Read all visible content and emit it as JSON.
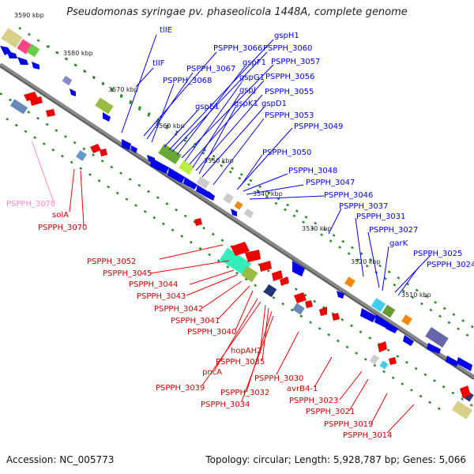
{
  "title": "Pseudomonas syringae pv. phaseolicola 1448A, complete genome",
  "footer": {
    "accession": "Accession: NC_005773",
    "topology": "Topology: circular; Length: 5,928,787 bp; Genes: 5,066"
  },
  "colors": {
    "plus_strand": "#0000ee",
    "minus_strand": "#ee0000",
    "backbone": "#888888",
    "tick": "#2a8a2a",
    "pink": "#ff88cc"
  },
  "kbp_markers": [
    "3590 kbp",
    "3580 kbp",
    "3570 kbp",
    "3560 kbp",
    "3550 kbp",
    "3540 kbp",
    "3530 kbp",
    "3520 kbp",
    "3510 kbp"
  ],
  "blue_labels": [
    "tlIE",
    "tlIF",
    "PSPPH_3066",
    "PSPPH_3067",
    "PSPPH_3068",
    "gspE1",
    "gspH1",
    "PSPPH_3060",
    "gspF1",
    "PSPPH_3057",
    "gspG1",
    "PSPPH_3056",
    "gspJ",
    "PSPPH_3055",
    "gspK1",
    "gspD1",
    "PSPPH_3053",
    "PSPPH_3049",
    "PSPPH_3050",
    "PSPPH_3048",
    "PSPPH_3047",
    "PSPPH_3046",
    "PSPPH_3037",
    "PSPPH_3031",
    "PSPPH_3027",
    "garK",
    "PSPPH_3025",
    "PSPPH_3024"
  ],
  "red_labels": [
    "solA",
    "PSPPH_3070",
    "PSPPH_3052",
    "PSPPH_3045",
    "PSPPH_3044",
    "PSPPH_3043",
    "PSPPH_3042",
    "PSPPH_3041",
    "PSPPH_3040",
    "hopAH2",
    "PSPPH_3035",
    "pncA",
    "PSPPH_3039",
    "PSPPH_3030",
    "PSPPH_3032",
    "PSPPH_3034",
    "avrB4-1",
    "PSPPH_3023",
    "PSPPH_3021",
    "PSPPH_3019",
    "PSPPH_3014"
  ],
  "pink_labels": [
    "PSPPH_3078"
  ]
}
